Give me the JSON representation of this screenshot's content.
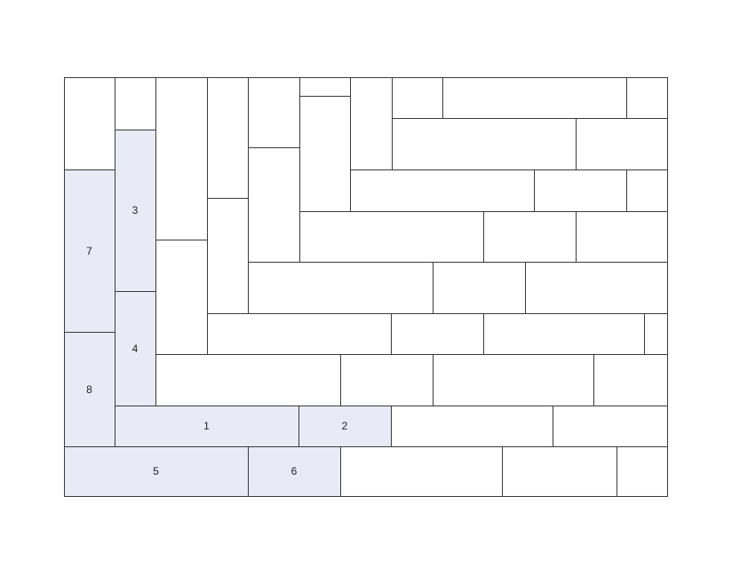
{
  "diagram": {
    "highlight_color": "#e8ebf6",
    "plain_color": "#ffffff",
    "line_color": "#3a3a3a",
    "labeled_pieces": [
      "1",
      "2",
      "3",
      "4",
      "5",
      "6",
      "7",
      "8"
    ]
  }
}
